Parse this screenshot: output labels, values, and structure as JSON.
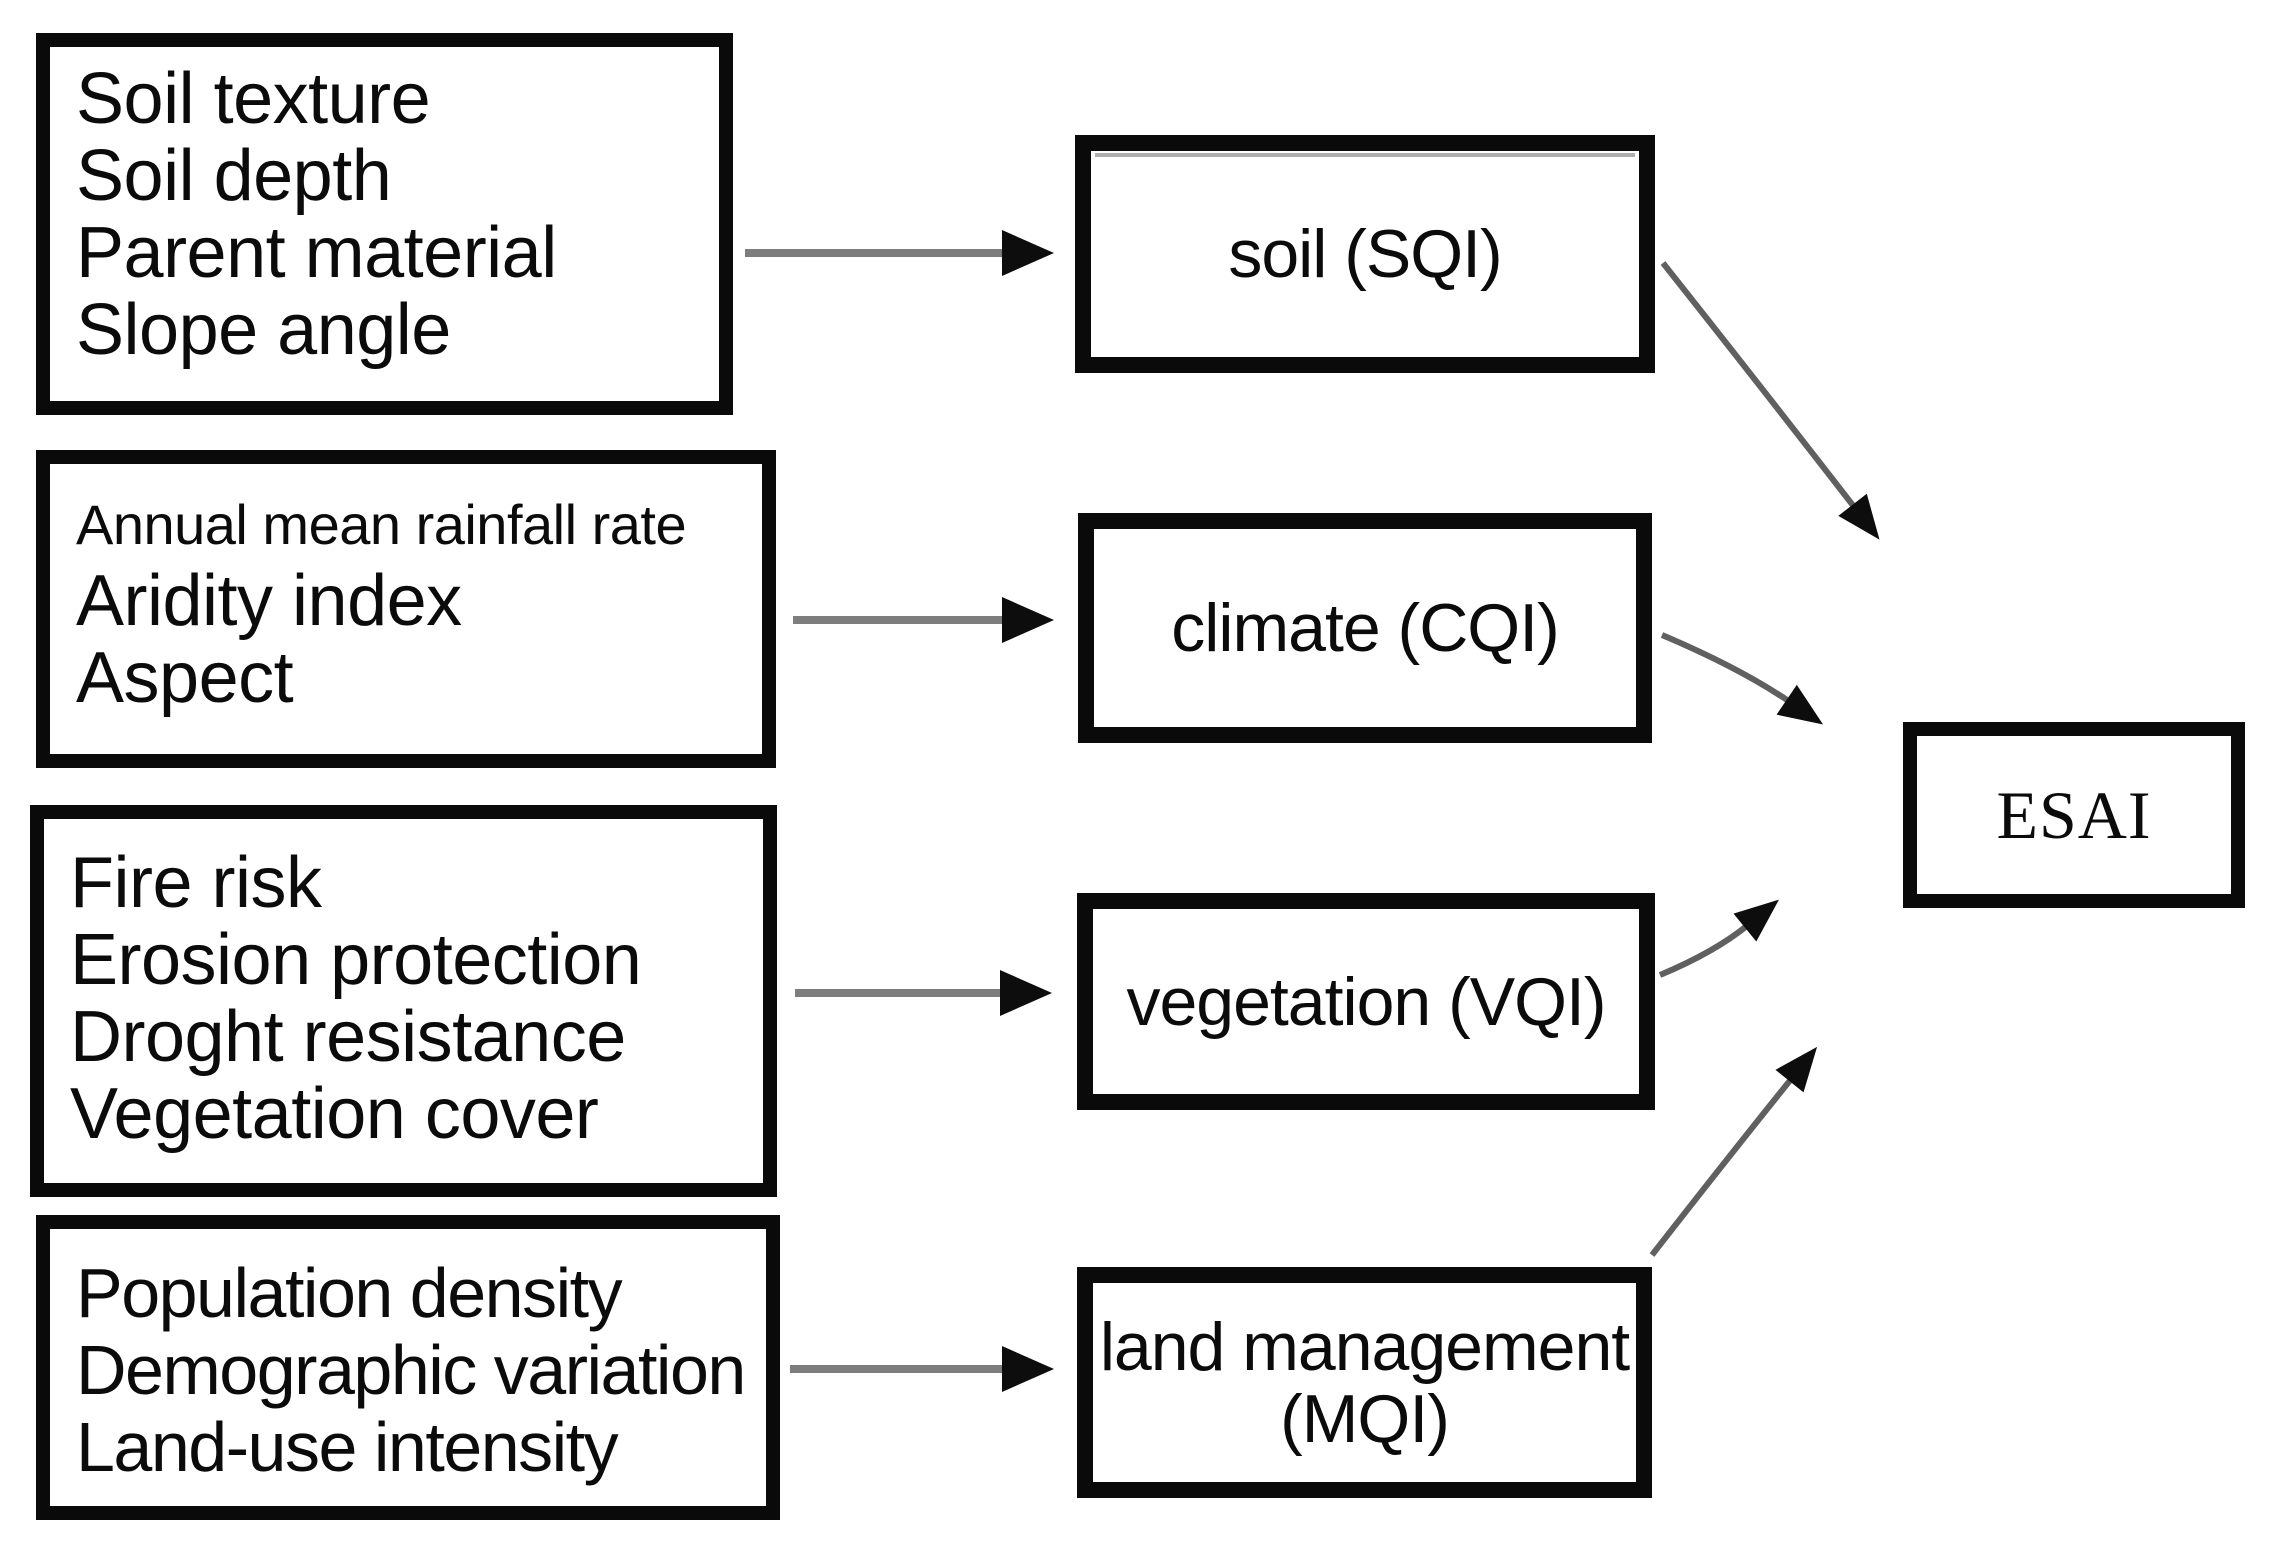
{
  "diagram": {
    "inputs": [
      {
        "id": "soil-factors",
        "items": [
          "Soil texture",
          "Soil depth",
          "Parent material",
          "Slope angle"
        ]
      },
      {
        "id": "climate-factors",
        "items": [
          "Annual mean rainfall rate",
          "Aridity index",
          "Aspect"
        ]
      },
      {
        "id": "vegetation-factors",
        "items": [
          "Fire risk",
          "Erosion protection",
          "Droght resistance",
          "Vegetation cover"
        ]
      },
      {
        "id": "management-factors",
        "items": [
          "Population density",
          "Demographic variation",
          "Land-use intensity"
        ]
      }
    ],
    "indices": [
      {
        "id": "sqi",
        "label": "soil (SQI)"
      },
      {
        "id": "cqi",
        "label": "climate (CQI)"
      },
      {
        "id": "vqi",
        "label": "vegetation (VQI)"
      },
      {
        "id": "mqi",
        "label_line1": "land management",
        "label_line2": "(MQI)"
      }
    ],
    "output": {
      "id": "esai",
      "label": "ESAI"
    },
    "colors": {
      "background": "#ffffff",
      "box_border": "#0a0a0a",
      "horizontal_arrow_shaft": "#7d7d7d",
      "diagonal_arrow_shaft": "#606060",
      "arrowhead": "#0d0d0d"
    }
  }
}
